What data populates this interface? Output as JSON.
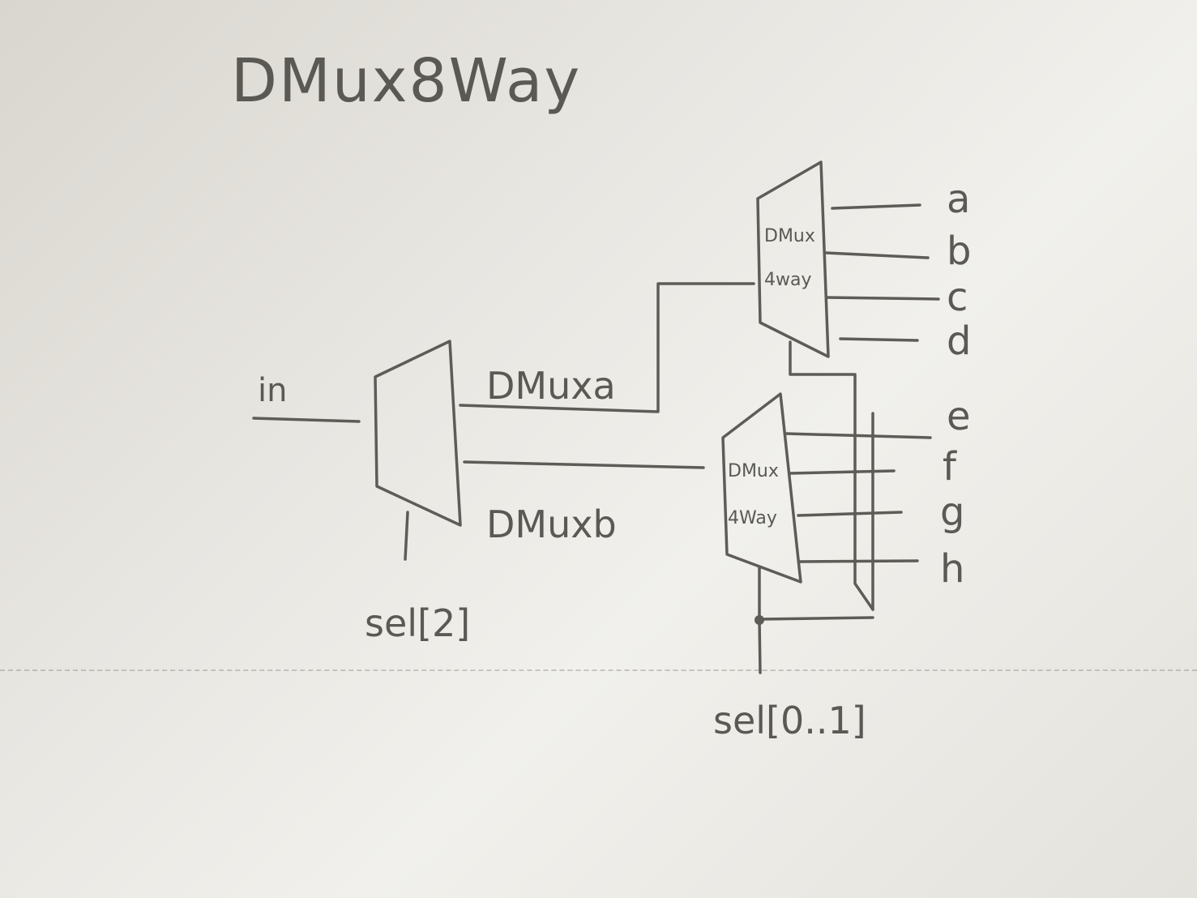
{
  "title": "DMux8Way",
  "input_label": "in",
  "first_stage": {
    "output_a_label": "DMuxa",
    "output_b_label": "DMuxb",
    "select_label": "sel[2]"
  },
  "upper_block": {
    "line1": "DMux",
    "line2": "4way"
  },
  "lower_block": {
    "line1": "DMux",
    "line2": "4Way"
  },
  "shared_select_label": "sel[0..1]",
  "outputs": [
    "a",
    "b",
    "c",
    "d",
    "e",
    "f",
    "g",
    "h"
  ],
  "colors": {
    "ink": "#5d5c57",
    "paper": "#ecebe6"
  }
}
